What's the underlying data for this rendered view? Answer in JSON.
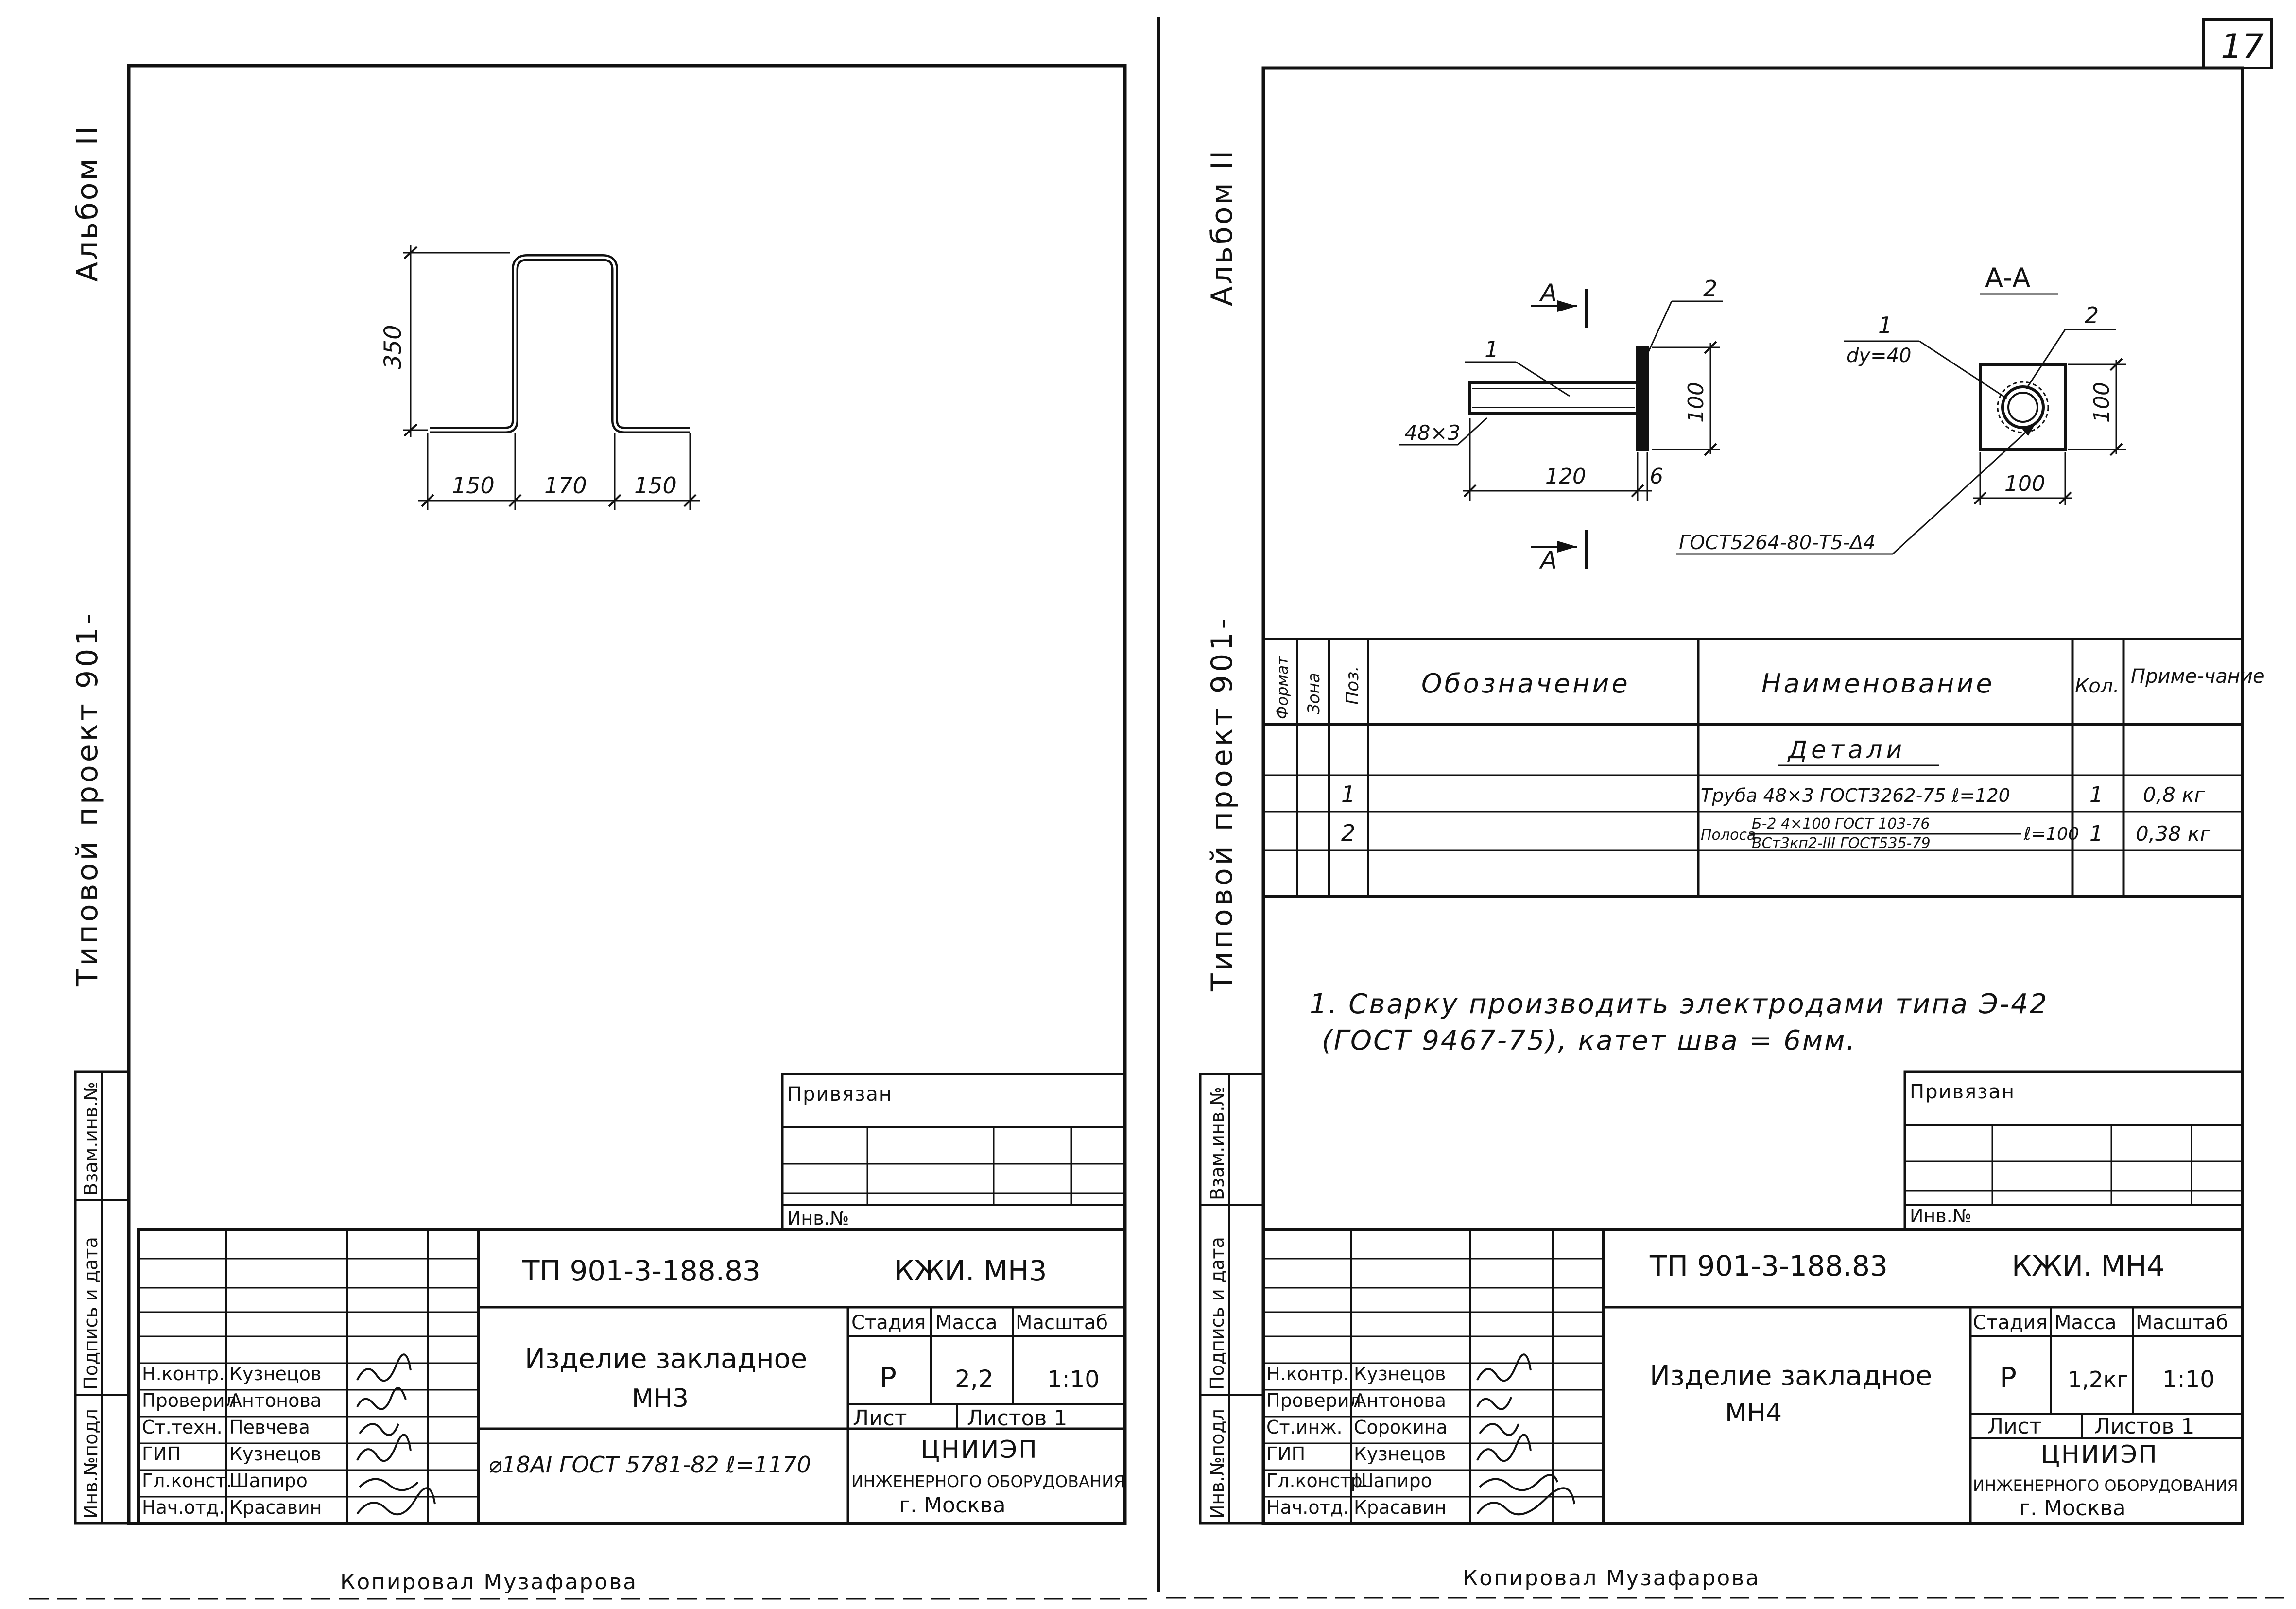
{
  "page_number": "17",
  "left_sheet": {
    "margin_text": {
      "album": "Альбом II",
      "project": "Типовой проект 901-"
    },
    "side_columns": [
      "Инв.№подл",
      "Подпись и дата",
      "Взам.инв.№"
    ],
    "dims": [
      "350",
      "150",
      "170",
      "150"
    ],
    "stamp_privyazan": "Привязан",
    "stamp_inv": "Инв.№",
    "doc_code": "ТП 901-3-188.83",
    "mark": "КЖИ. МН3",
    "title_line1": "Изделие закладное",
    "title_line2": "МН3",
    "material": "⌀18АI ГОСТ 5781-82 ℓ=1170",
    "col_stage": "Стадия",
    "col_mass": "Масса",
    "col_scale": "Масштаб",
    "stage": "Р",
    "mass": "2,2",
    "scale": "1:10",
    "sheet": "Лист",
    "sheets": "Листов 1",
    "org1": "ЦНИИЭП",
    "org2": "ИНЖЕНЕРНОГО ОБОРУДОВАНИЯ",
    "org3": "г. Москва",
    "signers": [
      {
        "role": "Н.контр.",
        "name": "Кузнецов"
      },
      {
        "role": "Проверил",
        "name": "Антонова"
      },
      {
        "role": "Ст.техн.",
        "name": "Певчева"
      },
      {
        "role": "ГИП",
        "name": "Кузнецов"
      },
      {
        "role": "Гл.конст.",
        "name": "Шапиро"
      },
      {
        "role": "Нач.отд.",
        "name": "Красавин"
      }
    ],
    "copied": "Копировал Музафарова"
  },
  "right_sheet": {
    "margin_text": {
      "album": "Альбом II",
      "project": "Типовой проект 901-"
    },
    "side_columns": [
      "Инв.№подл",
      "Подпись и дата",
      "Взам.инв.№"
    ],
    "drawing": {
      "section_mark": "А",
      "section_title": "А-А",
      "pos1": "1",
      "pos2": "2",
      "pipe_label": "48×3",
      "dy_label": "dу=40",
      "dim_100_v": "100",
      "dim_120": "120",
      "dim_6": "6",
      "dim_100_v2": "100",
      "dim_100_h": "100",
      "weld_note": "ГОСТ5264-80-Т5-Δ4"
    },
    "spec_table": {
      "headers": {
        "format": "Формат",
        "zone": "Зона",
        "pos": "Поз.",
        "designation": "Обозначение",
        "name": "Наименование",
        "qty": "Кол.",
        "note": "Приме-чание"
      },
      "section": "Детали",
      "rows": [
        {
          "pos": "1",
          "name": "Труба 48×3 ГОСТ3262-75 ℓ=120",
          "qty": "1",
          "note": "0,8 кг"
        },
        {
          "pos": "2",
          "name_prefix": "Полоса",
          "name_top": "Б-2 4×100 ГОСТ 103-76",
          "name_bottom": "ВСт3кп2-III ГОСТ535-79",
          "name_suffix": "ℓ=100",
          "qty": "1",
          "note": "0,38 кг"
        }
      ]
    },
    "notes_line1": "1. Сварку производить электродами типа Э-42",
    "notes_line2": "(ГОСТ 9467-75), катет шва = 6мм.",
    "stamp_privyazan": "Привязан",
    "stamp_inv": "Инв.№",
    "doc_code": "ТП 901-3-188.83",
    "mark": "КЖИ. МН4",
    "title_line1": "Изделие закладное",
    "title_line2": "МН4",
    "col_stage": "Стадия",
    "col_mass": "Масса",
    "col_scale": "Масштаб",
    "stage": "Р",
    "mass": "1,2кг",
    "scale": "1:10",
    "sheet": "Лист",
    "sheets": "Листов 1",
    "org1": "ЦНИИЭП",
    "org2": "ИНЖЕНЕРНОГО ОБОРУДОВАНИЯ",
    "org3": "г. Москва",
    "signers": [
      {
        "role": "Н.контр.",
        "name": "Кузнецов"
      },
      {
        "role": "Проверил",
        "name": "Антонова"
      },
      {
        "role": "Ст.инж.",
        "name": "Сорокина"
      },
      {
        "role": "ГИП",
        "name": "Кузнецов"
      },
      {
        "role": "Гл.констр.",
        "name": "Шапиро"
      },
      {
        "role": "Нач.отд.",
        "name": "Красавин"
      }
    ],
    "copied": "Копировал Музафарова"
  }
}
